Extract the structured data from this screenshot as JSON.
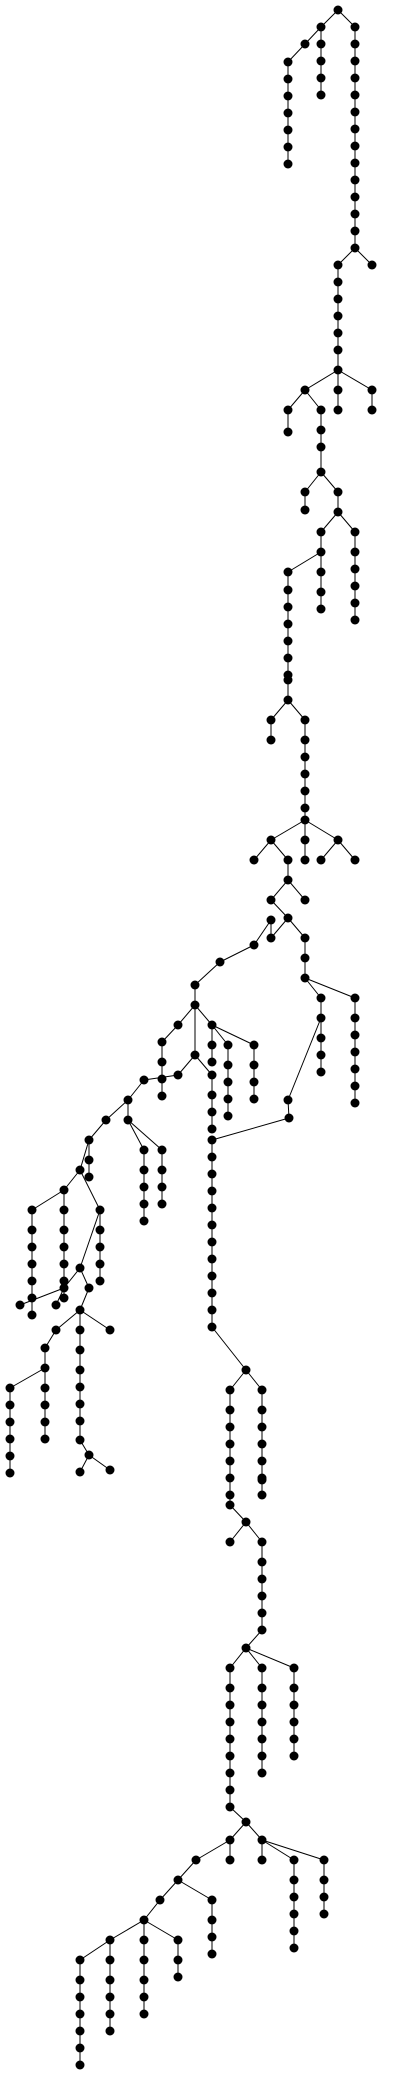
{
  "diagram": {
    "type": "tree",
    "title": "",
    "colors": {
      "background": "#ffffff",
      "edge": "#000000",
      "node": "#000000"
    },
    "node_count": 308,
    "edge_count": 307,
    "labels": []
  }
}
